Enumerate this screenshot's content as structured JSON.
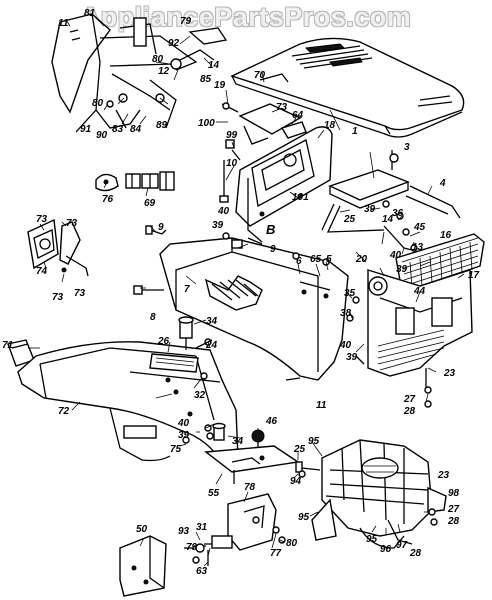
{
  "watermark": "AppliancePartsPros.com",
  "callouts": [
    "1",
    "3",
    "4",
    "5",
    "6",
    "7",
    "8",
    "9",
    "10",
    "11",
    "12",
    "13",
    "14",
    "16",
    "17",
    "18",
    "19",
    "20",
    "23",
    "24",
    "25",
    "26",
    "27",
    "28",
    "31",
    "32",
    "34",
    "35",
    "36",
    "38",
    "39",
    "40",
    "44",
    "45",
    "46",
    "50",
    "55",
    "63",
    "64",
    "65",
    "69",
    "70",
    "71",
    "72",
    "73",
    "74",
    "75",
    "76",
    "77",
    "78",
    "79",
    "80",
    "81",
    "83",
    "84",
    "85",
    "89",
    "90",
    "91",
    "92",
    "93",
    "94",
    "95",
    "96",
    "97",
    "98",
    "99",
    "100",
    "101"
  ],
  "section_marker": "B"
}
